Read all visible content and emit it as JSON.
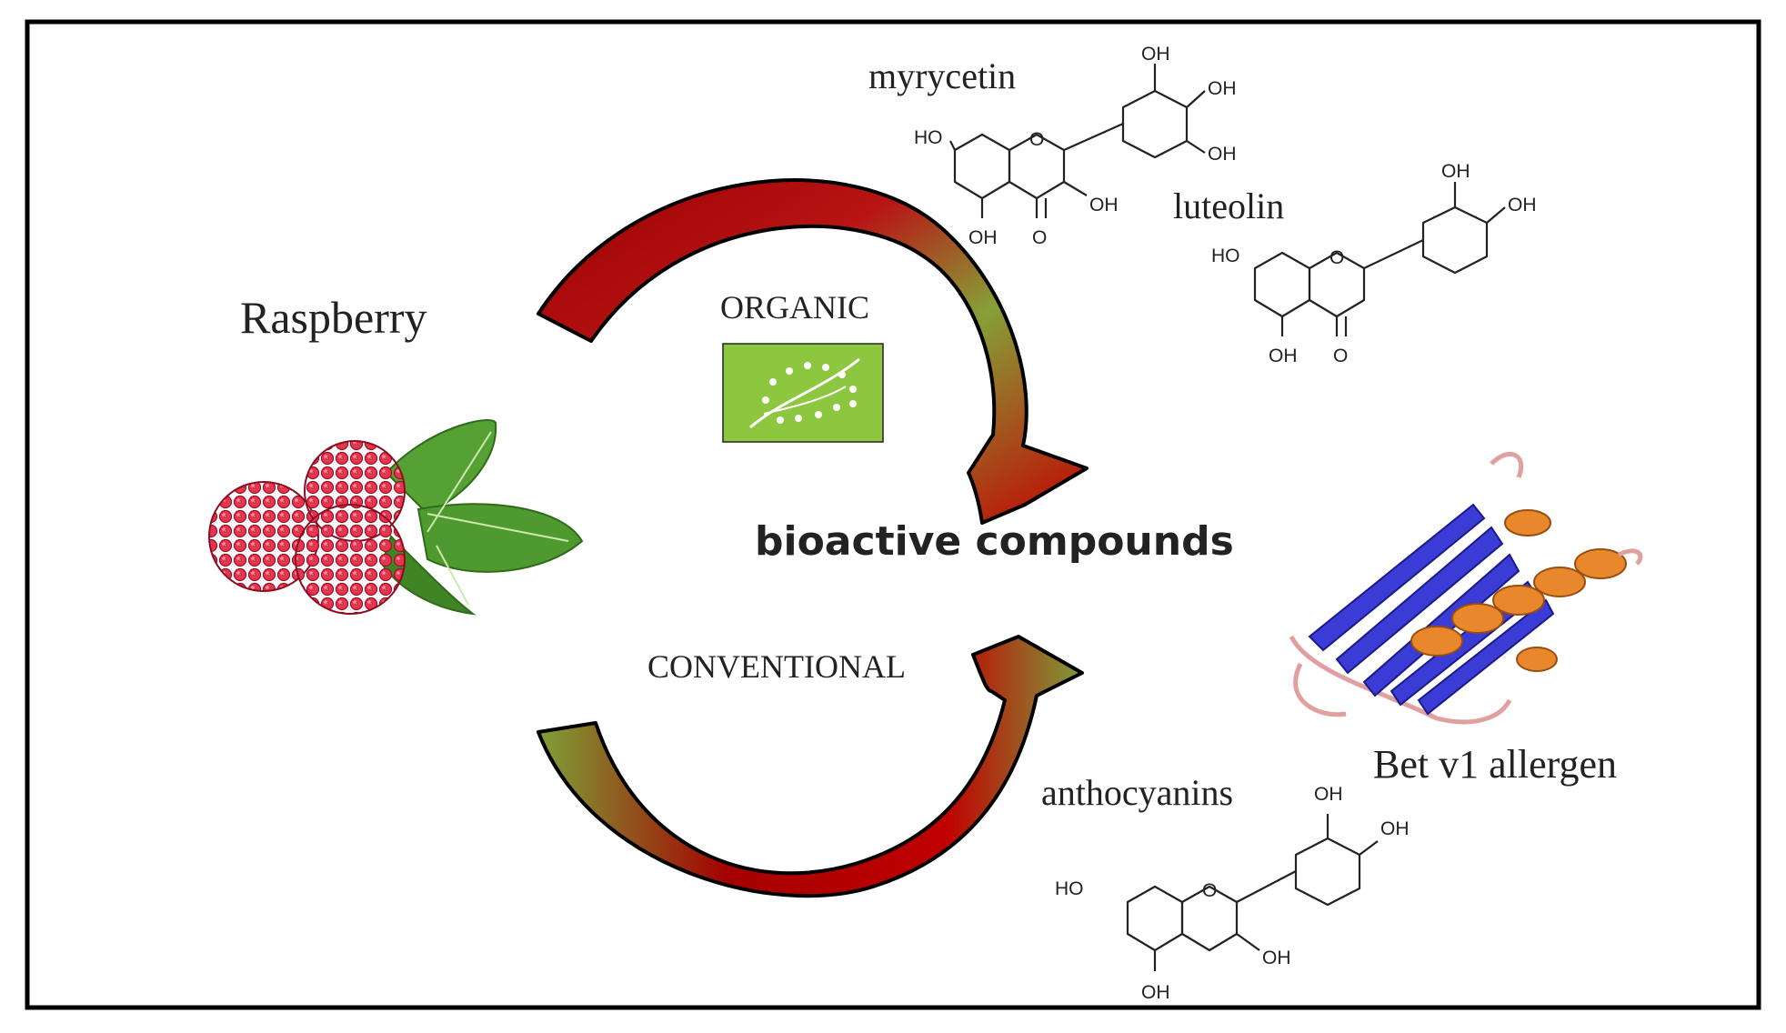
{
  "labels": {
    "raspberry": "Raspberry",
    "organic": "ORGANIC",
    "conventional": "CONVENTIONAL",
    "center": "bioactive compounds",
    "myricetin": "myrycetin",
    "luteolin": "luteolin",
    "anthocyanins": "anthocyanins",
    "allergen": "Bet v1 allergen"
  },
  "atoms": {
    "oh": "OH",
    "ho": "HO",
    "o": "O"
  },
  "colors": {
    "arrow_red": "#b30000",
    "arrow_green": "#8aa83a",
    "eu_leaf_bg": "#8dc63f",
    "raspberry": "#d81e3a",
    "leaf": "#4f9a2f",
    "helix": "#e8872b",
    "sheet": "#3b3bd6",
    "loop": "#e0a0a0"
  },
  "icons": {
    "eu_organic_logo": "eu-organic-leaf-icon"
  }
}
